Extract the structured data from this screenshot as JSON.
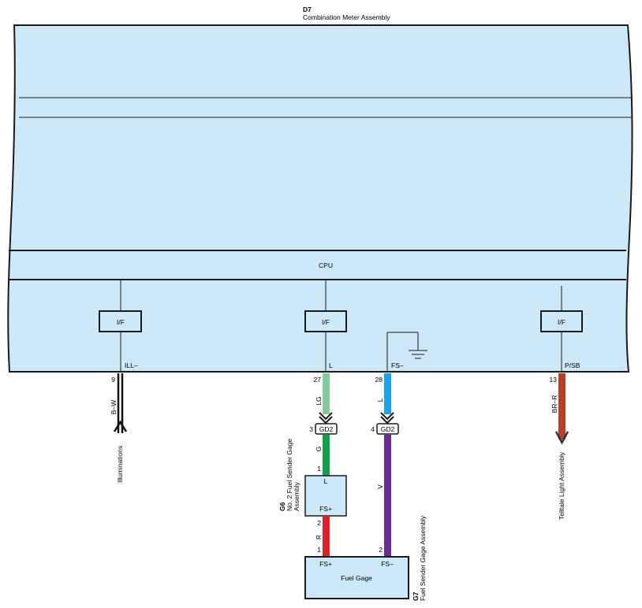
{
  "header": {
    "component_id": "D7",
    "component_name": "Combination Meter Assembly"
  },
  "meter": {
    "cpu_label": "CPU",
    "interfaces": [
      {
        "label": "I/F",
        "terminal_name": "ILL–"
      },
      {
        "label": "I/F",
        "terminal_name": "L"
      },
      {
        "label": "I/F",
        "terminal_name": "P/SB"
      }
    ],
    "ground_terminal_name": "FS–"
  },
  "wires": [
    {
      "pin": "9",
      "color_code": "B–W",
      "color": "#111111"
    },
    {
      "pin": "27",
      "color_code": "LG",
      "color": "#86c99a"
    },
    {
      "pin": "28",
      "color_code": "L",
      "color": "#1aa3e8"
    },
    {
      "pin": "13",
      "color_code": "BR–R",
      "color": "#b5402b"
    }
  ],
  "connectors": [
    {
      "name": "GD2",
      "pin": "3"
    },
    {
      "name": "GD2",
      "pin": "4"
    }
  ],
  "lower_wires": [
    {
      "color_code": "G",
      "color": "#13a04a"
    },
    {
      "color_code": "V",
      "color": "#6b2d8f"
    },
    {
      "color_code": "R",
      "color": "#e0202a"
    }
  ],
  "destinations": {
    "illuminations": "Illuminations",
    "telltale": "Telltale Light Assembly"
  },
  "g6": {
    "id": "G6",
    "name_line1": "No. 2 Fuel Sender Gage",
    "name_line2": "Assembly",
    "top_terminal": "L",
    "bottom_terminal": "FS+",
    "pin_top": "1",
    "pin_bottom": "2"
  },
  "g7": {
    "id": "G7",
    "name": "Fuel Sender Gage Assembly",
    "label": "Fuel Gage",
    "term_left": "FS+",
    "term_right": "FS–",
    "pin_left": "1",
    "pin_right": "2"
  },
  "colors": {
    "box_fill": "#cde9f9",
    "outline": "#1a1a1a"
  }
}
